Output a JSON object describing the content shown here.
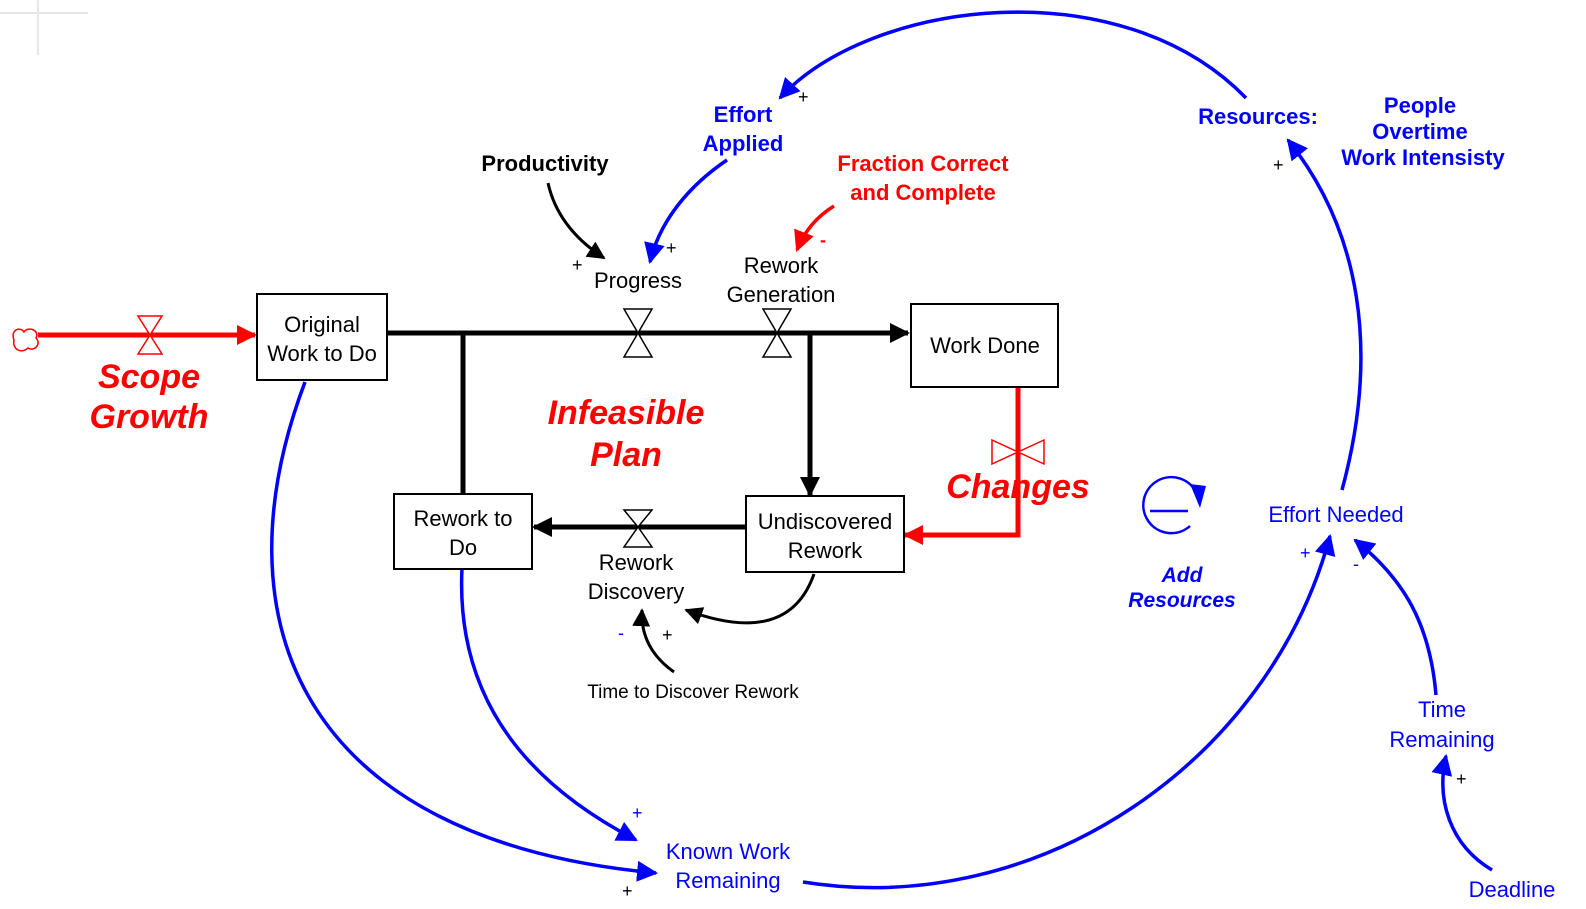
{
  "diagram": {
    "stocks": {
      "original": [
        "Original",
        "Work to Do"
      ],
      "work_done": "Work Done",
      "rework_to_do": [
        "Rework to",
        "Do"
      ],
      "undiscovered": [
        "Undiscovered",
        "Rework"
      ]
    },
    "flows": {
      "scope_growth": [
        "Scope",
        "Growth"
      ],
      "progress": "Progress",
      "rework_generation": [
        "Rework",
        "Generation"
      ],
      "rework_discovery": [
        "Rework",
        "Discovery"
      ],
      "changes": "Changes"
    },
    "variables": {
      "productivity": "Productivity",
      "effort_applied": [
        "Effort",
        "Applied"
      ],
      "fraction_correct": [
        "Fraction Correct",
        "and Complete"
      ],
      "time_to_discover": "Time to Discover Rework",
      "known_work": [
        "Known Work",
        "Remaining"
      ],
      "effort_needed": "Effort Needed",
      "time_remaining": [
        "Time",
        "Remaining"
      ],
      "deadline": "Deadline",
      "resources": "Resources:",
      "resources_list": [
        "People",
        "Overtime",
        "Work Intensisty"
      ]
    },
    "annotations": {
      "infeasible_plan": [
        "Infeasible",
        "Plan"
      ],
      "add_resources": [
        "Add",
        "Resources"
      ]
    },
    "signs": {
      "plus": "+",
      "minus": "-"
    },
    "colors": {
      "flow_black": "#000000",
      "feedback_blue": "#0000ff",
      "highlight_red": "#ff0000"
    }
  }
}
